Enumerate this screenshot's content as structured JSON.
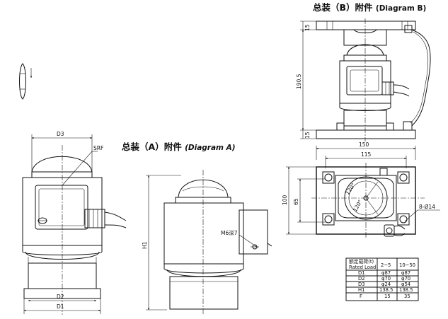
{
  "titles": {
    "b": {
      "prefix": "总装（",
      "letter": "B",
      "suffix": "）附件",
      "latin": "(Diagram B)"
    },
    "a": {
      "prefix": "总装（",
      "letter": "A",
      "suffix": "）附件",
      "latin": "(Diagram A)"
    }
  },
  "labels": {
    "srf": "SRF",
    "m6": "M6深7",
    "bolt": "8-Ø14"
  },
  "dims": {
    "d3": "D3",
    "d2": "D2",
    "d1": "D1",
    "h1": "H1",
    "b_top": "15",
    "b_height": "190.5",
    "b_bottom": "15",
    "plan_outer": "150",
    "plan_inner": "115",
    "plan_height_outer": "100",
    "plan_height_inner": "65",
    "angle_1": "120°",
    "angle_2": "120°"
  },
  "table": {
    "header_cn": "额定载荷(t)",
    "header_en": "Rated Load",
    "columns": [
      "2~5",
      "10~50"
    ],
    "rows": [
      {
        "name": "D1",
        "values": [
          "φ87",
          "φ87"
        ]
      },
      {
        "name": "D2",
        "values": [
          "φ70",
          "φ70"
        ]
      },
      {
        "name": "D3",
        "values": [
          "φ24",
          "φ54"
        ]
      },
      {
        "name": "H1",
        "values": [
          "138.5",
          "138.5"
        ]
      },
      {
        "name": "F",
        "values": [
          "15",
          "35"
        ]
      }
    ]
  }
}
